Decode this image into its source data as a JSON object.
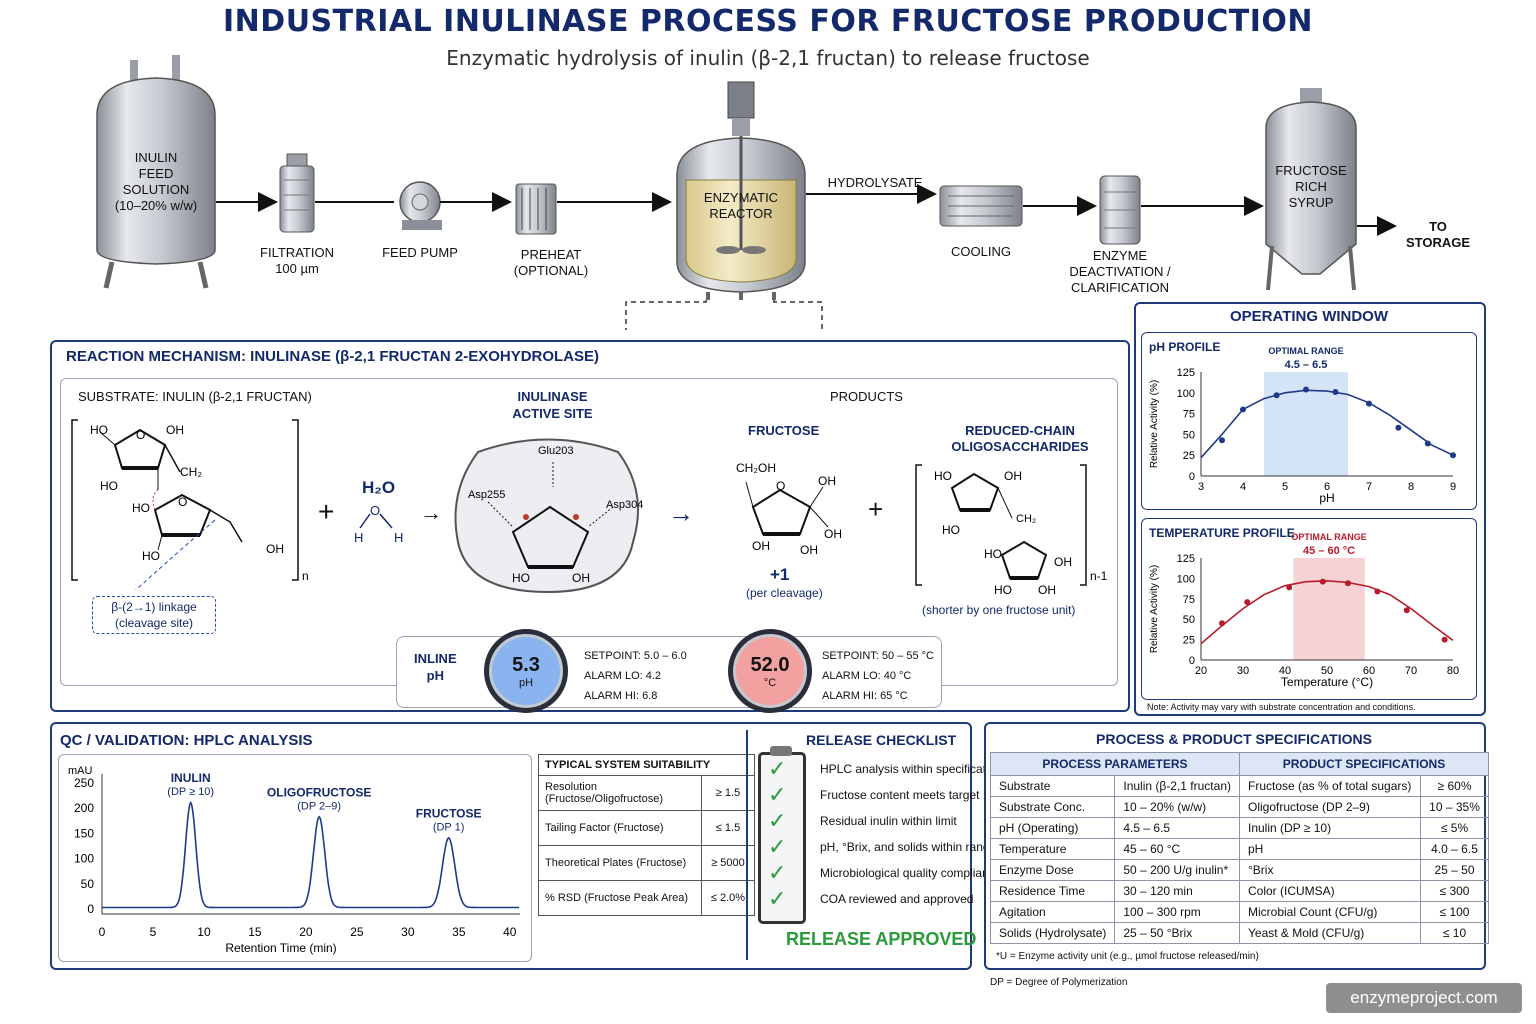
{
  "header": {
    "title": "INDUSTRIAL INULINASE PROCESS FOR FRUCTOSE PRODUCTION",
    "subtitle": "Enzymatic hydrolysis of inulin (β-2,1 fructan) to release fructose"
  },
  "flow": {
    "feed_tank": [
      "INULIN",
      "FEED",
      "SOLUTION",
      "(10–20% w/w)"
    ],
    "filtration": [
      "FILTRATION",
      "100 µm"
    ],
    "feed_pump": "FEED PUMP",
    "preheat": [
      "PREHEAT",
      "(OPTIONAL)"
    ],
    "reactor": [
      "ENZYMATIC",
      "REACTOR"
    ],
    "hydrolysate": "HYDROLYSATE",
    "cooling": "COOLING",
    "deactivation": [
      "ENZYME",
      "DEACTIVATION /",
      "CLARIFICATION"
    ],
    "product_tank": [
      "FRUCTOSE",
      "RICH",
      "SYRUP"
    ],
    "to_storage": "TO STORAGE"
  },
  "mechanism": {
    "title": "REACTION MECHANISM: INULINASE (β-2,1 FRUCTAN 2-EXOHYDROLASE)",
    "substrate_label": "SUBSTRATE: INULIN (β-2,1 FRUCTAN)",
    "linkage_note": [
      "β-(2→1) linkage",
      "(cleavage site)"
    ],
    "water": "H₂O",
    "active_site": [
      "INULINASE",
      "ACTIVE SITE"
    ],
    "residues": [
      "Glu203",
      "Asp255",
      "Asp304"
    ],
    "products_label": "PRODUCTS",
    "fructose_label": "FRUCTOSE",
    "fructose_count": "+1",
    "fructose_note": "(per cleavage)",
    "oligo_label": [
      "REDUCED-CHAIN",
      "OLIGOSACCHARIDES"
    ],
    "oligo_note": "(shorter by one fructose unit)",
    "repeat_n": "n",
    "repeat_n1": "n-1",
    "struct_text": {
      "ho": "HO",
      "oh": "OH",
      "ch2": "CH₂",
      "ch2oh": "CH₂OH",
      "o": "O",
      "h": "H"
    }
  },
  "inline": {
    "label": [
      "INLINE",
      "pH"
    ],
    "ph": {
      "value": "5.3",
      "unit": "pH",
      "setpoint": "SETPOINT:  5.0 – 6.0",
      "alarm_lo": "ALARM LO:  4.2",
      "alarm_hi": "ALARM HI:  6.8",
      "color": "#8ab4f0"
    },
    "temp": {
      "value": "52.0",
      "unit": "°C",
      "setpoint": "SETPOINT:  50 – 55 °C",
      "alarm_lo": "ALARM LO: 40 °C",
      "alarm_hi": "ALARM HI:  65 °C",
      "color": "#f2a0a0"
    }
  },
  "operating": {
    "title": "OPERATING WINDOW",
    "note": "Note: Activity may vary with substrate concentration and conditions."
  },
  "qc": {
    "title": "QC / VALIDATION: HPLC ANALYSIS",
    "suitability_title": "TYPICAL SYSTEM SUITABILITY",
    "suitability": [
      {
        "param": "Resolution (Fructose/Oligofructose)",
        "value": "≥ 1.5"
      },
      {
        "param": "Tailing Factor (Fructose)",
        "value": "≤ 1.5"
      },
      {
        "param": "Theoretical Plates (Fructose)",
        "value": "≥ 5000"
      },
      {
        "param": "% RSD (Fructose Peak Area)",
        "value": "≤ 2.0%"
      }
    ]
  },
  "release": {
    "title": "RELEASE CHECKLIST",
    "items": [
      "HPLC analysis within specification",
      "Fructose content meets target",
      "Residual inulin within limit",
      "pH, °Brix, and solids within range",
      "Microbiological quality compliant",
      "COA reviewed and approved"
    ],
    "status": "RELEASE APPROVED"
  },
  "specs": {
    "title": "PROCESS  &  PRODUCT SPECIFICATIONS",
    "process_header": "PROCESS PARAMETERS",
    "product_header": "PRODUCT SPECIFICATIONS",
    "rows": [
      [
        "Substrate",
        "Inulin (β-2,1 fructan)",
        "Fructose (as % of total sugars)",
        "≥ 60%"
      ],
      [
        "Substrate Conc.",
        "10 – 20% (w/w)",
        "Oligofructose (DP 2–9)",
        "10 – 35%"
      ],
      [
        "pH (Operating)",
        "4.5 – 6.5",
        "Inulin (DP ≥ 10)",
        "≤ 5%"
      ],
      [
        "Temperature",
        "45 – 60 °C",
        "pH",
        "4.0 – 6.5"
      ],
      [
        "Enzyme Dose",
        "50 – 200 U/g inulin*",
        "°Brix",
        "25 – 50"
      ],
      [
        "Residence Time",
        "30 – 120 min",
        "Color (ICUMSA)",
        "≤ 300"
      ],
      [
        "Agitation",
        "100 – 300 rpm",
        "Microbial Count (CFU/g)",
        "≤ 100"
      ],
      [
        "Solids (Hydrolysate)",
        "25 – 50 °Brix",
        "Yeast & Mold (CFU/g)",
        "≤ 10"
      ]
    ],
    "footnote": "*U = Enzyme activity unit (e.g., µmol fructose released/min)",
    "dp_note": "DP = Degree of Polymerization"
  },
  "watermark": "enzymeproject.com",
  "chart_data": [
    {
      "type": "line",
      "title": "pH PROFILE",
      "xlabel": "pH",
      "ylabel": "Relative Activity (%)",
      "xlim": [
        3,
        9
      ],
      "ylim": [
        0,
        125
      ],
      "x_ticks": [
        3,
        4,
        5,
        6,
        7,
        8,
        9
      ],
      "y_ticks": [
        0,
        25,
        50,
        75,
        100,
        125
      ],
      "highlight": {
        "label": "OPTIMAL RANGE",
        "range_text": "4.5 – 6.5",
        "from": 4.5,
        "to": 6.5
      },
      "x": [
        3.0,
        3.5,
        4.0,
        4.5,
        5.0,
        5.5,
        6.0,
        6.5,
        7.0,
        7.5,
        8.0,
        8.5,
        9.0
      ],
      "y": [
        22,
        50,
        80,
        93,
        100,
        103,
        102,
        98,
        88,
        73,
        55,
        37,
        25
      ],
      "markers_x": [
        3.5,
        4.0,
        4.8,
        5.5,
        6.2,
        7.0,
        7.7,
        8.4,
        9.0
      ],
      "markers_y": [
        43,
        80,
        97,
        104,
        101,
        87,
        58,
        39,
        25
      ],
      "color": "#1f3a8a"
    },
    {
      "type": "line",
      "title": "TEMPERATURE PROFILE",
      "xlabel": "Temperature (°C)",
      "ylabel": "Relative Activity (%)",
      "xlim": [
        20,
        80
      ],
      "ylim": [
        0,
        125
      ],
      "x_ticks": [
        20,
        30,
        40,
        50,
        60,
        70,
        80
      ],
      "y_ticks": [
        0,
        25,
        50,
        75,
        100,
        125
      ],
      "highlight": {
        "label": "OPTIMAL RANGE",
        "range_text": "45 – 60 °C",
        "from": 42,
        "to": 59
      },
      "x": [
        20,
        25,
        30,
        35,
        40,
        45,
        50,
        55,
        60,
        65,
        70,
        75,
        80
      ],
      "y": [
        20,
        42,
        63,
        80,
        91,
        96,
        97,
        95,
        90,
        80,
        63,
        43,
        24
      ],
      "markers_x": [
        25,
        31,
        41,
        49,
        55,
        62,
        69,
        78
      ],
      "markers_y": [
        45,
        71,
        89,
        96,
        94,
        84,
        61,
        25
      ],
      "color": "#b81c2a"
    },
    {
      "type": "line",
      "title": "",
      "xlabel": "Retention Time (min)",
      "ylabel": "mAU",
      "xlim": [
        0,
        41
      ],
      "ylim": [
        -10,
        260
      ],
      "x_ticks": [
        0,
        5,
        10,
        15,
        20,
        25,
        30,
        35,
        40
      ],
      "y_ticks": [
        0,
        50,
        100,
        150,
        200,
        250
      ],
      "peaks": [
        {
          "name": "INULIN",
          "sub": "(DP ≥ 10)",
          "rt": 8.7,
          "height": 208,
          "width": 0.5
        },
        {
          "name": "OLIGOFRUCTOSE",
          "sub": "(DP 2–9)",
          "rt": 21.3,
          "height": 180,
          "width": 0.55
        },
        {
          "name": "FRUCTOSE",
          "sub": "(DP 1)",
          "rt": 34.0,
          "height": 138,
          "width": 0.6
        }
      ],
      "color": "#1f3a8a"
    }
  ]
}
